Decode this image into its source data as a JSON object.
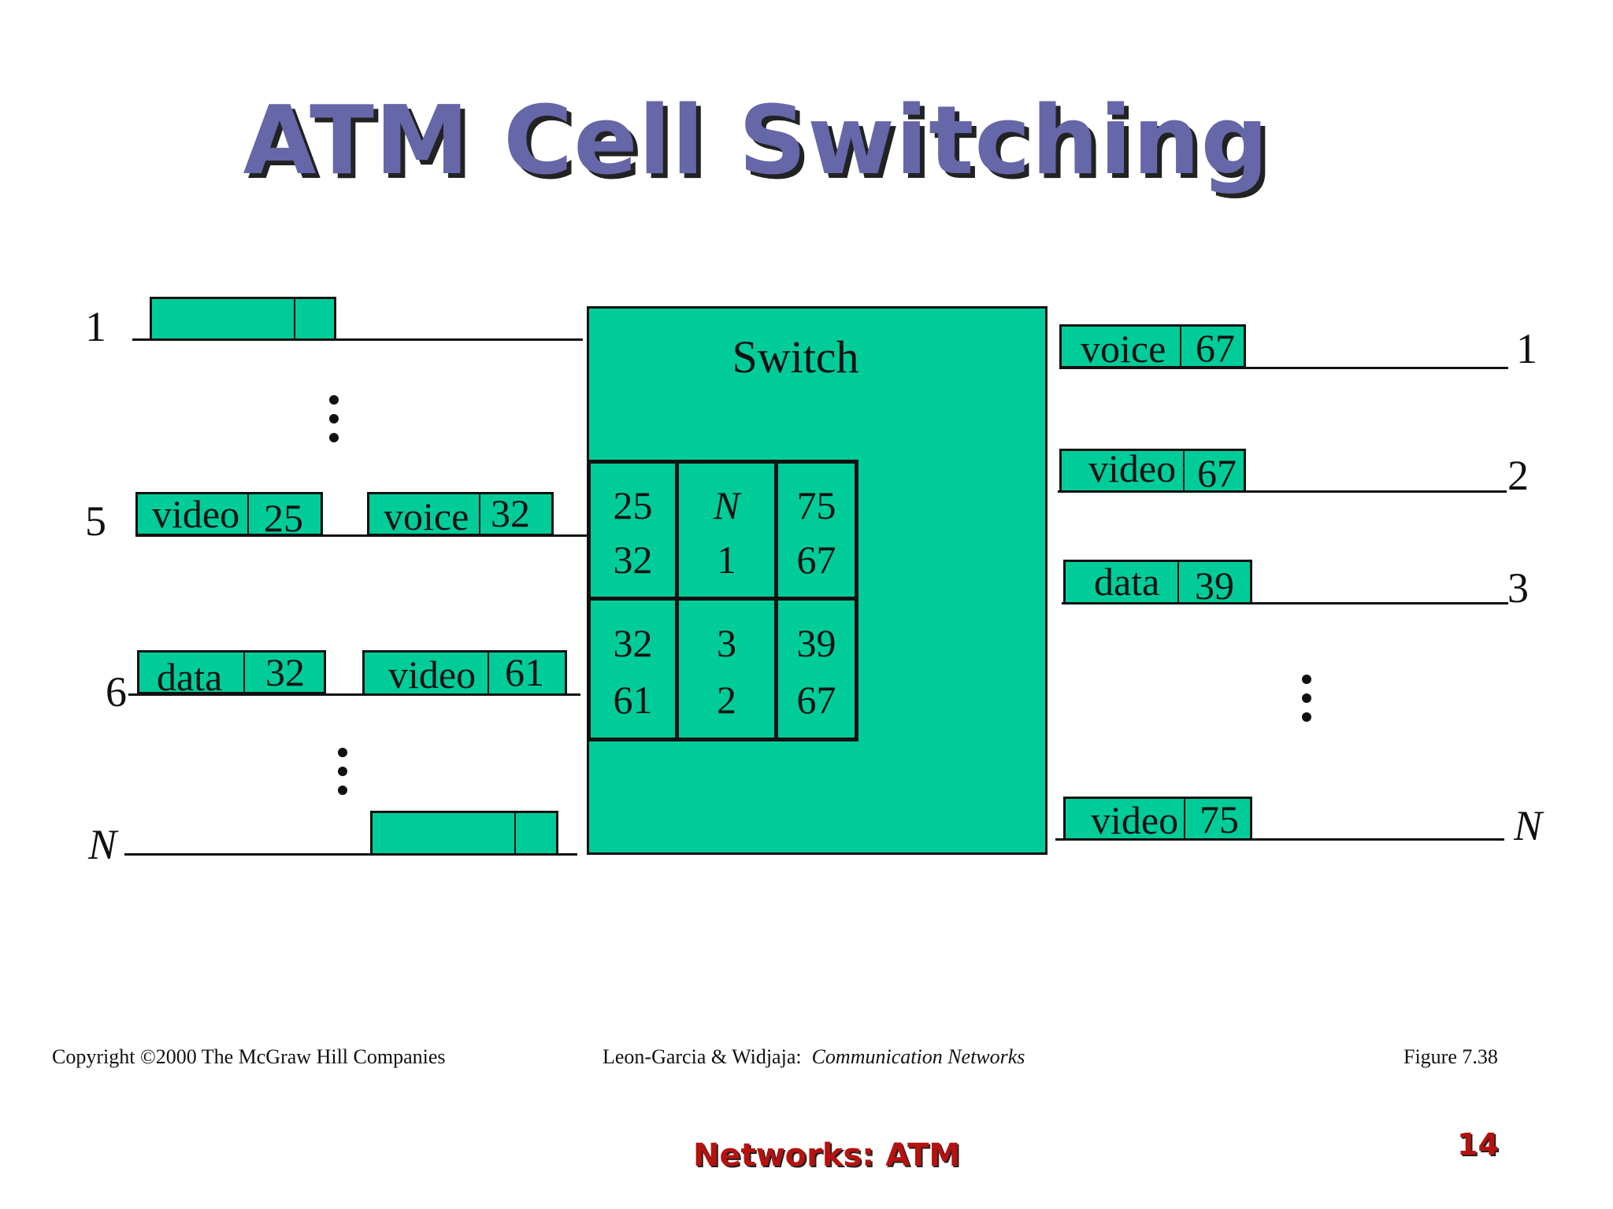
{
  "title": "ATM Cell Switching",
  "switch": {
    "label": "Switch",
    "table": [
      [
        {
          "top": "25",
          "bottom": "32"
        },
        {
          "top": "N",
          "bottom": "1"
        },
        {
          "top": "75",
          "bottom": "67"
        }
      ],
      [
        {
          "top": "32",
          "bottom": "61"
        },
        {
          "top": "3",
          "bottom": "2"
        },
        {
          "top": "39",
          "bottom": "67"
        }
      ]
    ]
  },
  "inputs": {
    "port_1": "1",
    "port_5": "5",
    "port_6": "6",
    "port_n": "N",
    "cells": [
      {
        "type": "video",
        "vci": "25"
      },
      {
        "type": "voice",
        "vci": "32"
      },
      {
        "type": "data",
        "vci": "32"
      },
      {
        "type": "video",
        "vci": "61"
      }
    ]
  },
  "outputs": {
    "port_1": "1",
    "port_2": "2",
    "port_3": "3",
    "port_n": "N",
    "cells": [
      {
        "type": "voice",
        "vci": "67"
      },
      {
        "type": "video",
        "vci": "67"
      },
      {
        "type": "data",
        "vci": "39"
      },
      {
        "type": "video",
        "vci": "75"
      }
    ]
  },
  "footer": {
    "copyright": "Copyright ©2000 The McGraw Hill Companies",
    "authors": "Leon-Garcia & Widjaja:",
    "book": "Communication Networks",
    "figure": "Figure 7.38"
  },
  "slide": {
    "section": "Networks: ATM",
    "page": "14"
  },
  "colors": {
    "cell_fill": "#00cc99",
    "title": "#6667a8",
    "section": "#b51210"
  }
}
